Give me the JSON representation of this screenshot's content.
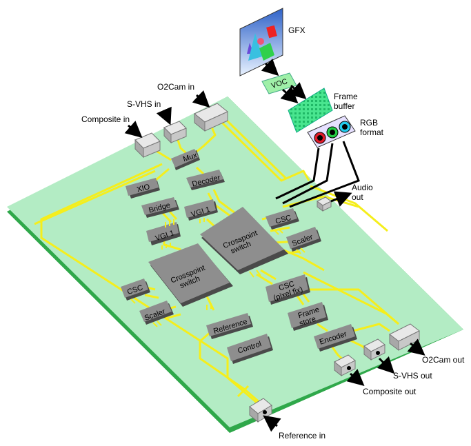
{
  "labels": {
    "gfx": "GFX",
    "voc": "VOC",
    "frame_buffer_line1": "Frame",
    "frame_buffer_line2": "buffer",
    "rgb_line1": "RGB",
    "rgb_line2": "format",
    "o2cam_in": "O2Cam in",
    "svhs_in": "S-VHS in",
    "composite_in": "Composite in",
    "audio_out_line1": "Audio",
    "audio_out_line2": "out",
    "o2cam_out": "O2Cam out",
    "svhs_out": "S-VHS out",
    "composite_out": "Composite out",
    "reference_in": "Reference in"
  },
  "chips": {
    "mux": "Mux",
    "decoder": "Decoder",
    "xio": "XIO",
    "bridge": "Bridge",
    "vgi1_left": "VGI 1",
    "vgi1_right": "VGI 1",
    "csc_top": "CSC",
    "scaler_top": "Scaler",
    "crosspoint_right_line1": "Crosspoint",
    "crosspoint_right_line2": "switch",
    "crosspoint_left_line1": "Crosspoint",
    "crosspoint_left_line2": "switch",
    "csc_left": "CSC",
    "scaler_left": "Scaler",
    "csc_pixel_line1": "CSC",
    "csc_pixel_line2": "(pixel fix)",
    "frame_store_line1": "Frame",
    "frame_store_line2": "store",
    "reference": "Reference",
    "control": "Control",
    "encoder": "Encoder"
  },
  "colors": {
    "board": "#b3ecc4",
    "board_edge": "#2fa84a",
    "trace": "#f5ee1c",
    "chip_top": "#8e8e8e",
    "chip_side": "#4a4a4a",
    "frame_buffer": "#49e58f",
    "voc": "#9ff0a8",
    "gfx_bg": "#4a7fd4"
  }
}
